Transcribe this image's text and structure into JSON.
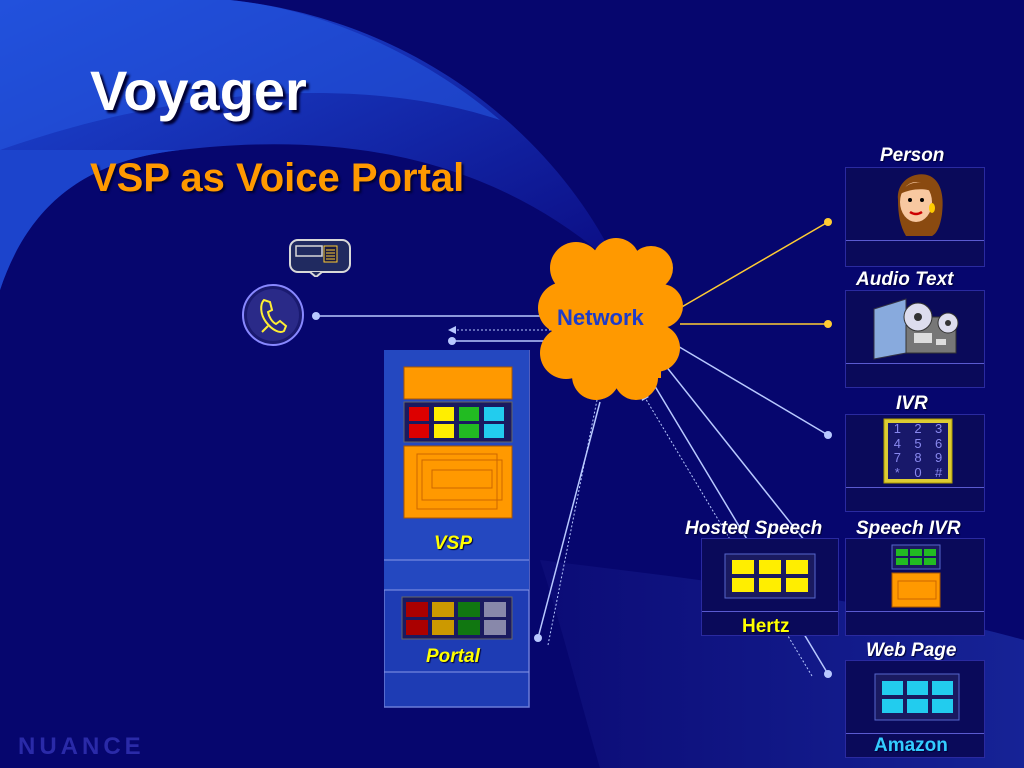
{
  "slide": {
    "title": "Voyager",
    "subtitle": "VSP as Voice Portal",
    "logo_text": "NUANCE"
  },
  "diagram": {
    "network_label": "Network",
    "server_stack": {
      "vsp_label": "VSP",
      "portal_label": "Portal"
    },
    "endpoints": {
      "person": "Person",
      "audio_text": "Audio Text",
      "ivr": "IVR",
      "hosted_speech": "Hosted Speech",
      "hosted_speech_client": "Hertz",
      "speech_ivr": "Speech IVR",
      "web_page": "Web Page",
      "web_page_client": "Amazon"
    },
    "keypad_keys": [
      "1",
      "2",
      "3",
      "4",
      "5",
      "6",
      "7",
      "8",
      "9",
      "*",
      "0",
      "#"
    ],
    "icons": [
      "phone-icon",
      "fax-icon",
      "person-icon",
      "tape-recorder-icon",
      "keypad-icon",
      "server-blocks-icon",
      "server-pages-icon",
      "cloud-icon"
    ]
  },
  "colors": {
    "background": "#06066e",
    "title": "#ffffff",
    "subtitle": "#ff9900",
    "cloud": "#ff9900",
    "network_text": "#1e3cc8",
    "yellow_label": "#ffff00",
    "cyan_label": "#33ccff"
  }
}
